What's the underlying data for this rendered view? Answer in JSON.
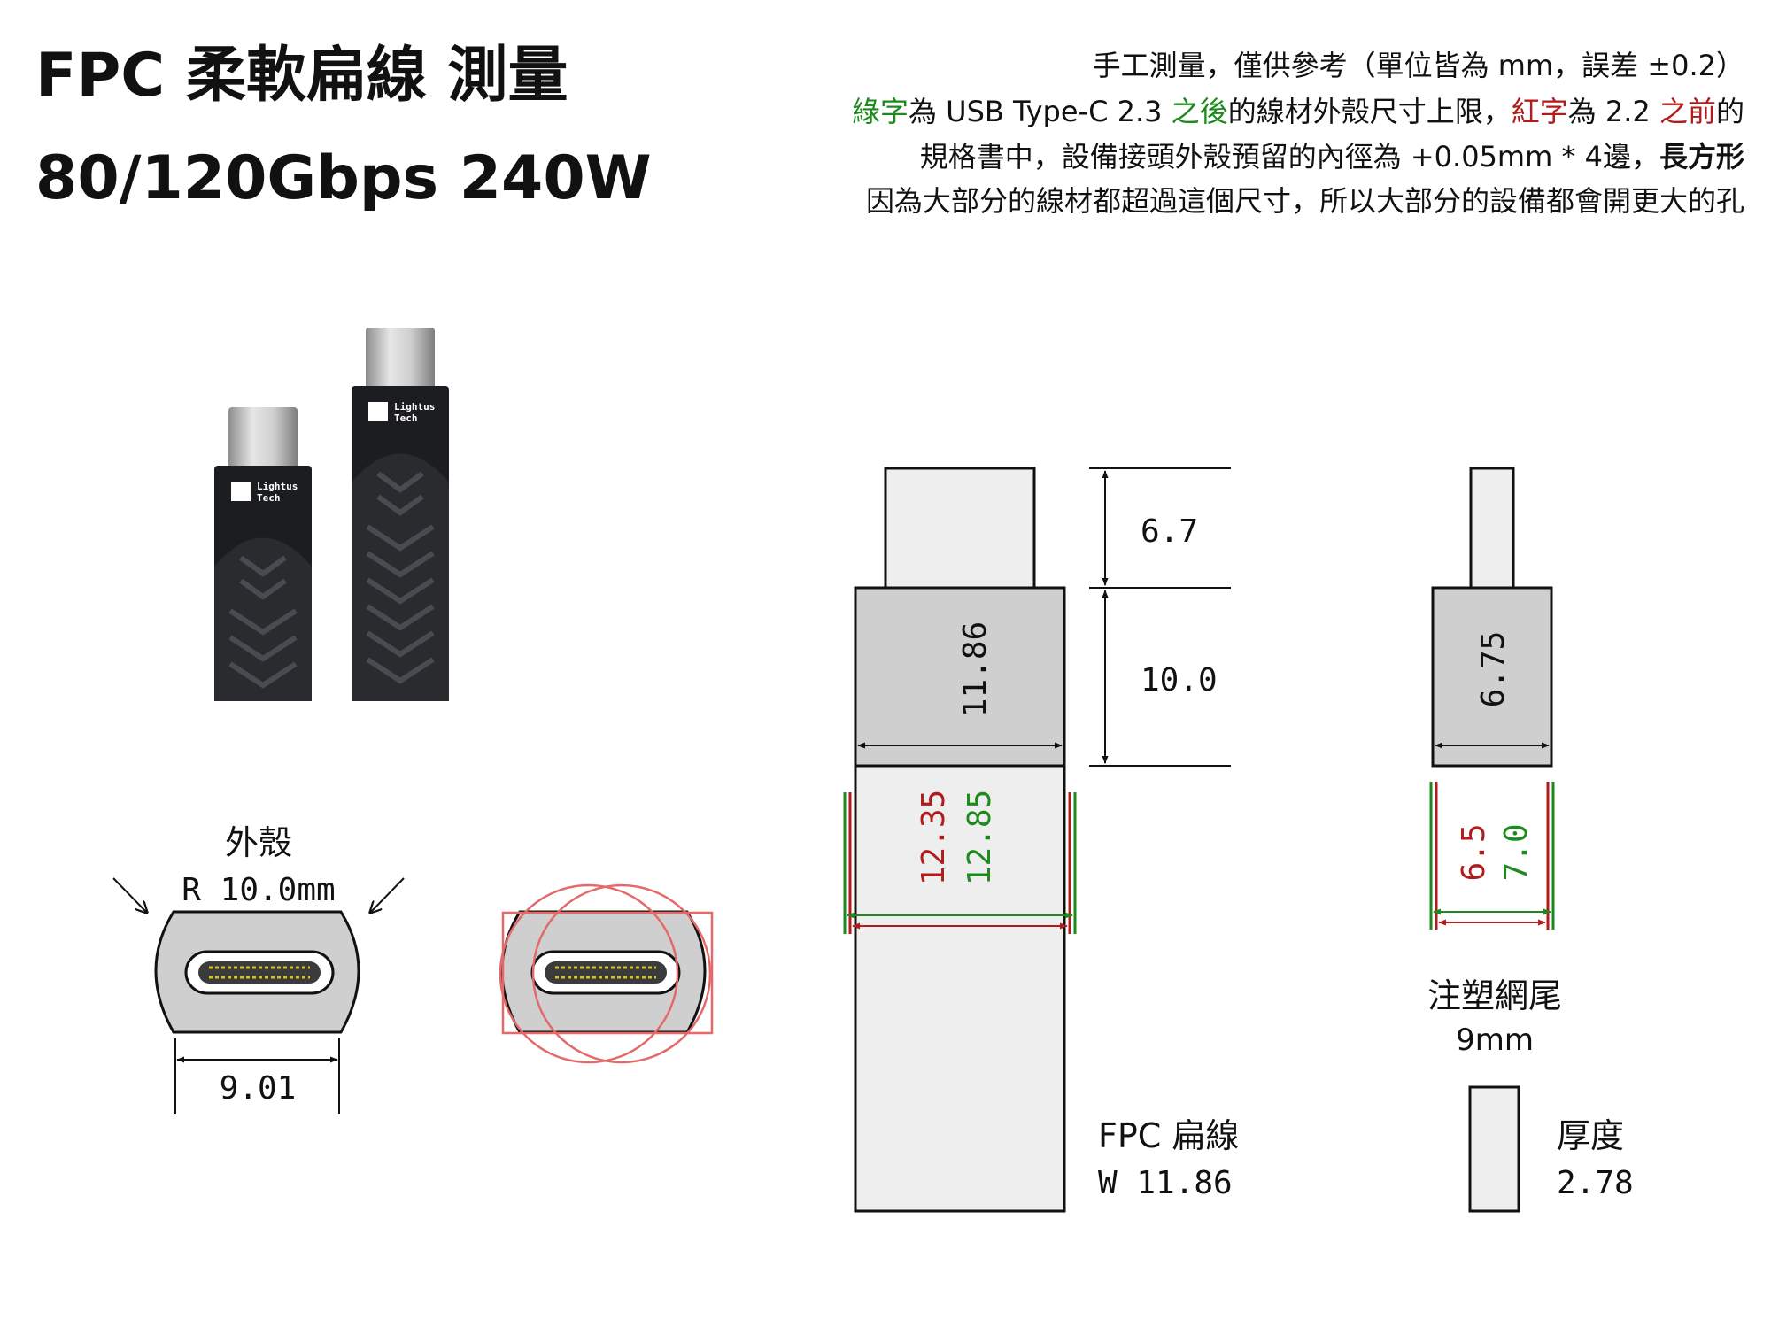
{
  "title": {
    "line1": "FPC 柔軟扁線 測量",
    "line2": "80/120Gbps 240W"
  },
  "notes": {
    "line1": "手工測量，僅供參考（單位皆為 mm，誤差 ±0.2）",
    "line2": {
      "green_a": "綠字",
      "t1": "為 USB Type-C 2.3 ",
      "green_b": "之後",
      "t2": "的線材外殼尺寸上限，",
      "red_a": "紅字",
      "t3": "為 2.2 ",
      "red_b": "之前",
      "t4": "的"
    },
    "line3": {
      "t1": "規格書中，設備接頭外殼預留的內徑為 +0.05mm * 4邊，",
      "bold": "長方形"
    },
    "line4": "因為大部分的線材都超過這個尺寸，所以大部分的設備都會開更大的孔"
  },
  "product": {
    "brand_line1": "Lightus",
    "brand_line2": "Tech"
  },
  "shell": {
    "label": "外殼",
    "radius": "R 10.0mm",
    "width": "9.01"
  },
  "front_view": {
    "plug_length": "6.7",
    "housing_length": "10.0",
    "housing_width": "11.86",
    "limit_red": "12.35",
    "limit_green": "12.85",
    "fpc_label": "FPC 扁線",
    "fpc_width": "W 11.86"
  },
  "side_view": {
    "housing_thickness": "6.75",
    "limit_red": "6.5",
    "limit_green": "7.0",
    "overmold_label": "注塑網尾",
    "overmold_value": "9mm",
    "thickness_label": "厚度",
    "thickness_value": "2.78"
  },
  "colors": {
    "green": "#1e8a1e",
    "red": "#b01c1c",
    "housing_gray": "#cfcfcf",
    "light_gray": "#eeeeee",
    "cable_black": "#1c1d20"
  }
}
